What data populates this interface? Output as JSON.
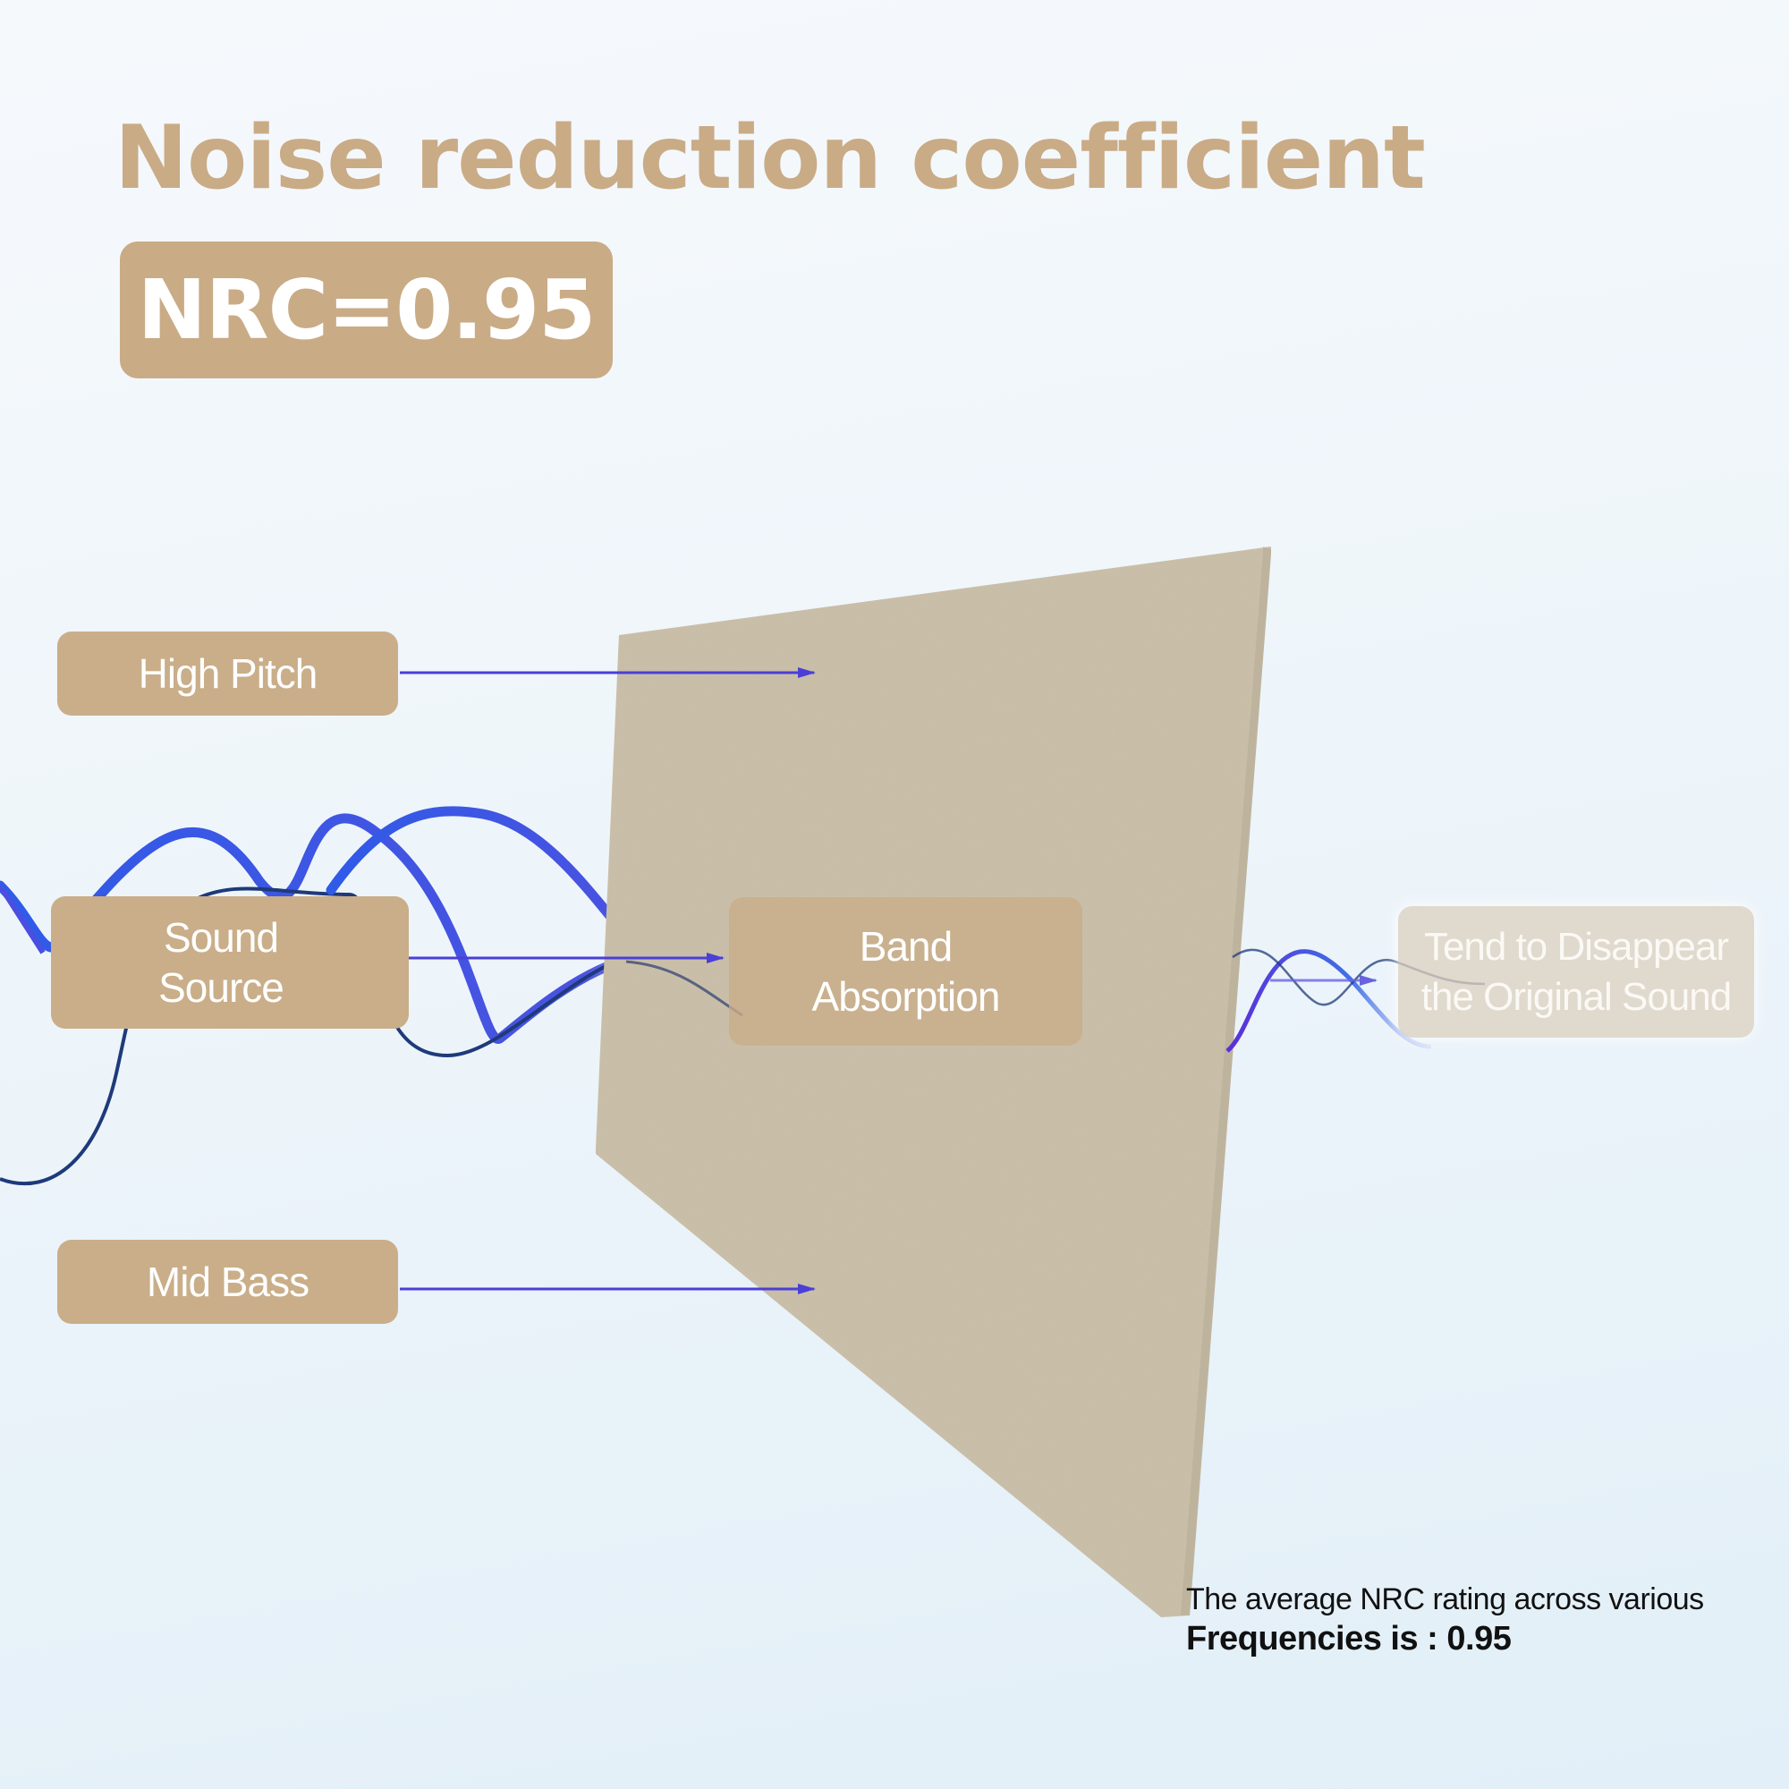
{
  "title": "Noise reduction coefficient",
  "nrc_badge": "NRC=0.95",
  "labels": {
    "high_pitch": "High Pitch",
    "sound_source": "Sound\nSource",
    "mid_bass": "Mid Bass",
    "band_absorption": "Band\nAbsorption",
    "tend_disappear": "Tend to Disappear\nthe Original Sound"
  },
  "footnote": {
    "line1": "The average NRC rating across various",
    "line2": "Frequencies is : 0.95"
  },
  "colors": {
    "accent": "#c9ab86",
    "panel": "#c9bea8",
    "arrow": "#4a3fd6",
    "wave_light": "#3b6cf0",
    "wave_dark": "#1e3a7a"
  }
}
